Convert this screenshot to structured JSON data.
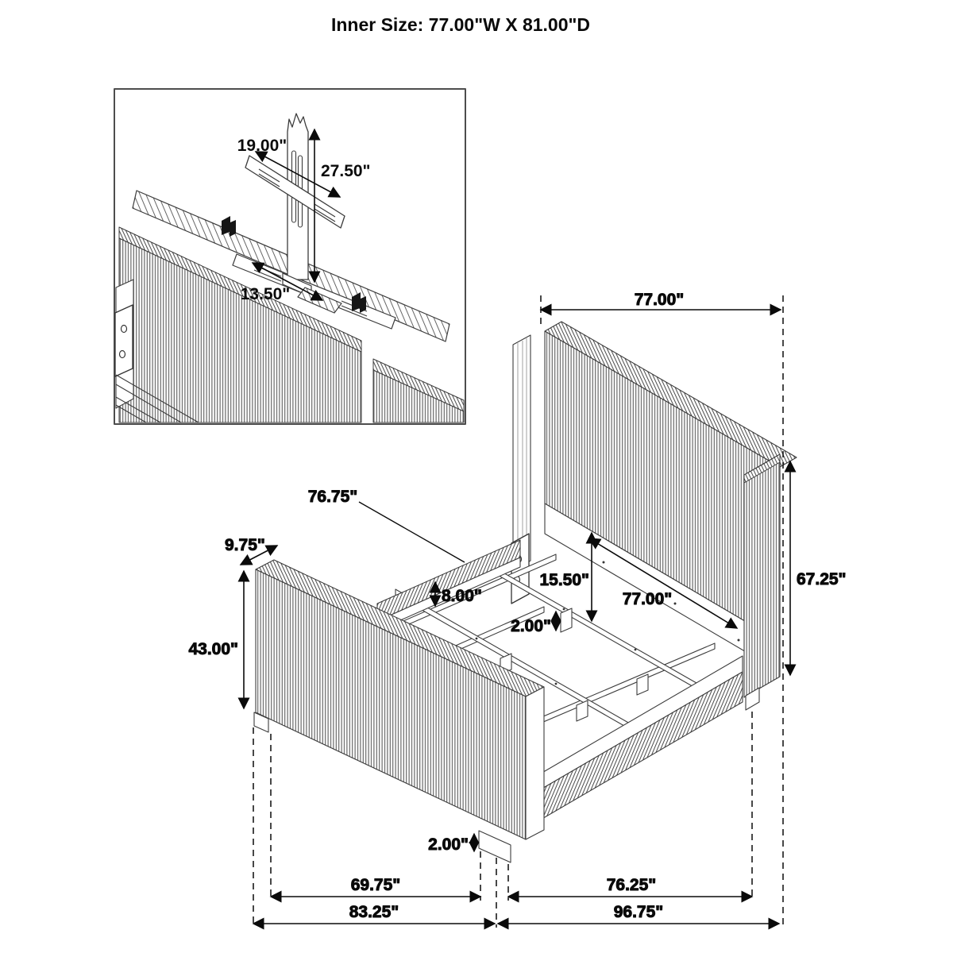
{
  "title": "Inner Size: 77.00\"W X 81.00\"D",
  "colors": {
    "ink": "#0a0a0a",
    "line": "#3c3c3c",
    "dimension": "#141414",
    "background": "#ffffff",
    "inset_border": "#4d4d4d"
  },
  "inset_detail": {
    "bracket_width": "19.00\"",
    "bracket_height": "27.50\"",
    "cleat_length": "13.50\""
  },
  "dimensions": {
    "headboard_width_top": "77.00\"",
    "headboard_height": "67.25\"",
    "side_rail_length": "76.75\"",
    "footboard_depth": "9.75\"",
    "footboard_height": "43.00\"",
    "rail_to_support": "8.00\"",
    "headboard_clearance": "15.50\"",
    "inner_width": "77.00\"",
    "center_leg_height": "2.00\"",
    "foot_leg_height": "2.00\"",
    "span_row1_left": "69.75\"",
    "span_row1_right": "76.25\"",
    "span_row2_left": "83.25\"",
    "span_row2_right": "96.75\""
  }
}
